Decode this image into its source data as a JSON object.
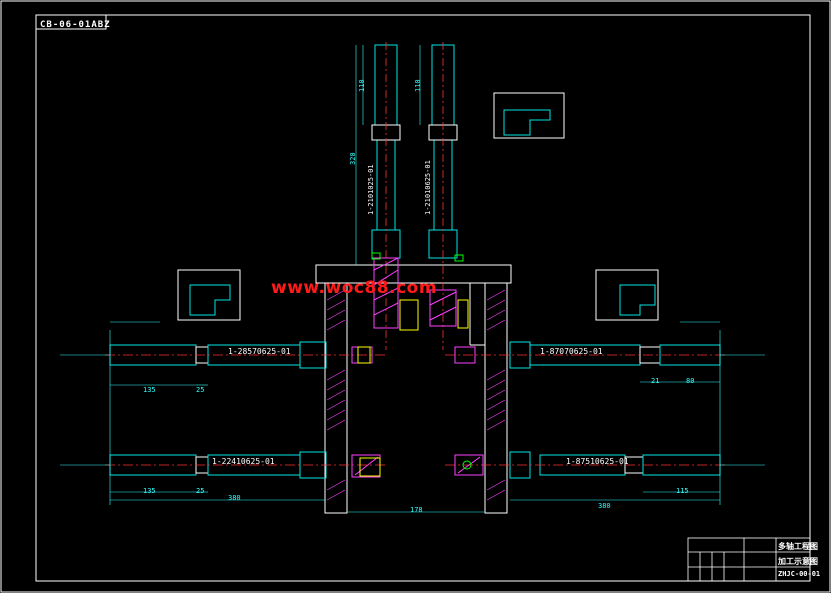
{
  "drawing": {
    "frame_tag": "CB-06-01ABZ",
    "watermark": "www.woc88.com",
    "title_block": {
      "line1": "多轴工程图",
      "line2": "加工示意图",
      "drawing_no": "ZHJC-00-01"
    },
    "shaft_labels": {
      "left_upper": "1-28570625-01",
      "left_lower": "1-22410625-01",
      "right_upper": "1-87070625-01",
      "right_lower": "1-87510625-01",
      "top_left": "1-2101025-01",
      "top_right": "1-21010625-01"
    },
    "dimensions": {
      "left_135a": "135",
      "left_25a": "25",
      "left_135b": "135",
      "left_25b": "25",
      "left_total": "380",
      "right_21": "21",
      "right_80": "80",
      "right_total": "380",
      "right_115": "115",
      "center": "178",
      "vert_320": "320",
      "vert_110a": "110",
      "vert_110b": "110"
    },
    "colors": {
      "frame": "#ffffff",
      "geometry": "#00e5e5",
      "hatch": "#ff40ff",
      "centerline": "#ff3030",
      "dimension": "#33ffff",
      "highlight": "#ffff00",
      "green": "#00ff00"
    }
  }
}
